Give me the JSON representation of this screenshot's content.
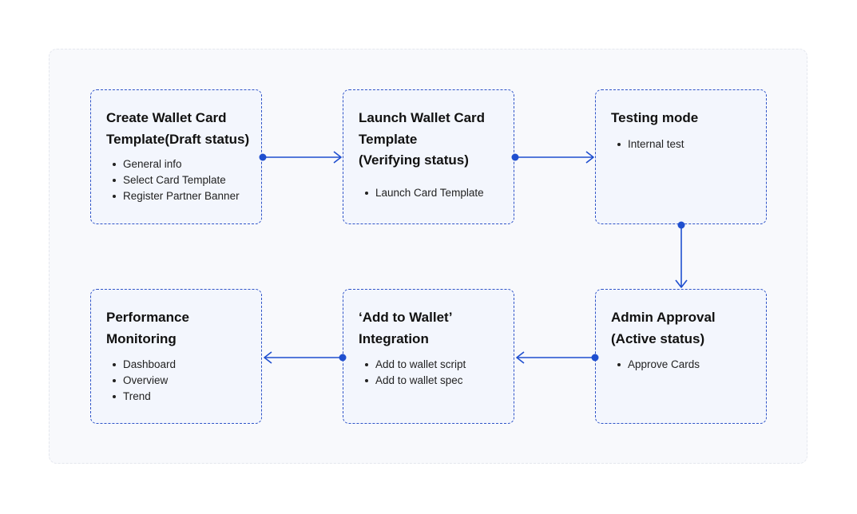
{
  "colors": {
    "accent": "#1f4fcf",
    "box_border": "#2f54c8",
    "box_fill": "#f3f6fd",
    "panel_fill": "#f8f9fc"
  },
  "nodes": [
    {
      "title": "Create Wallet Card\nTemplate(Draft status)",
      "items": [
        "General info",
        "Select Card Template",
        "Register Partner Banner"
      ]
    },
    {
      "title": "Launch Wallet Card\nTemplate\n(Verifying status)",
      "items": [
        "Launch Card Template"
      ]
    },
    {
      "title": "Testing mode",
      "items": [
        "Internal test"
      ]
    },
    {
      "title": "Admin Approval\n(Active status)",
      "items": [
        "Approve Cards"
      ]
    },
    {
      "title": "‘Add to Wallet’\nIntegration",
      "items": [
        "Add to wallet script",
        "Add to wallet spec"
      ]
    },
    {
      "title": "Performance\nMonitoring",
      "items": [
        "Dashboard",
        "Overview",
        "Trend"
      ]
    }
  ],
  "connections": [
    {
      "from": 1,
      "to": 2
    },
    {
      "from": 2,
      "to": 3
    },
    {
      "from": 3,
      "to": 4
    },
    {
      "from": 4,
      "to": 5
    },
    {
      "from": 5,
      "to": 6
    }
  ]
}
